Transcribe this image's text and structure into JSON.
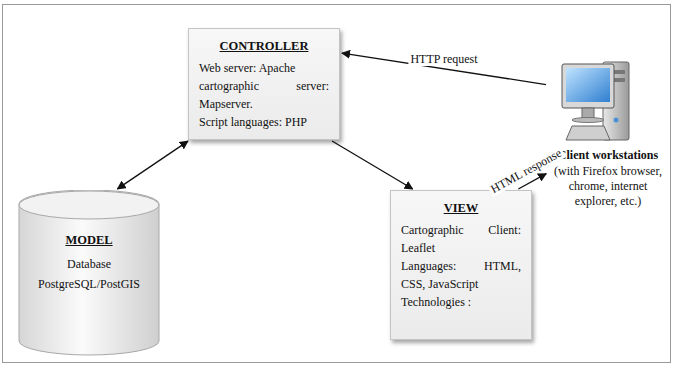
{
  "diagram": {
    "nodes": [
      {
        "text": [
          "CONTROLLER",
          "Web server: Apache",
          "cartographic server: Mapserver.",
          "Script languages: PHP"
        ]
      },
      {
        "text": [
          "MODEL",
          "Database",
          "PostgreSQL/PostGIS"
        ]
      },
      {
        "text": [
          "VIEW",
          "Cartographic Client: Leaflet",
          "Languages: HTML, CSS, JavaScript",
          "Technologies :"
        ]
      },
      {
        "text": [
          "Client workstations",
          "(with Firefox browser, chrome, internet explorer, etc.)"
        ]
      }
    ],
    "edges": [
      {
        "from": 3,
        "to": 0,
        "arrow": "to",
        "label": "HTTP request"
      },
      {
        "from": 0,
        "to": 2,
        "arrow": "to"
      },
      {
        "from": 2,
        "to": 3,
        "arrow": "to",
        "label": "HTML response"
      },
      {
        "from": 1,
        "to": 0,
        "arrow": "both"
      }
    ]
  }
}
